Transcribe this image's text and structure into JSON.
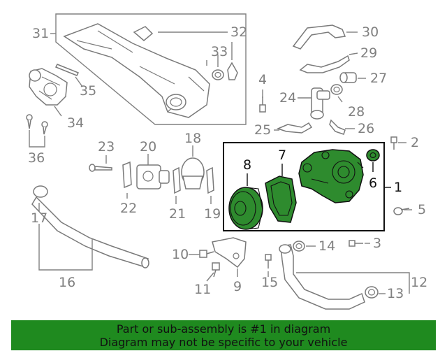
{
  "callouts": {
    "c1": "1",
    "c2": "2",
    "c3": "3",
    "c5": "5",
    "c6": "6",
    "c7": "7",
    "c8": "8",
    "c9": "9",
    "c10": "10",
    "c11": "11",
    "c12": "12",
    "c13": "13",
    "c14": "14",
    "c15": "15",
    "c16": "16",
    "c17": "17",
    "c18": "18",
    "c19": "19",
    "c20": "20",
    "c21": "21",
    "c22": "22",
    "c23": "23",
    "c24": "24",
    "c25": "25",
    "c26": "26",
    "c27": "27",
    "c28": "28",
    "c29": "29",
    "c30": "30",
    "c31": "31",
    "c32": "32",
    "c33": "33",
    "c34": "34",
    "c35": "35",
    "c36": "36",
    "c4": "4"
  },
  "banner": {
    "line1": "Part or sub-assembly is #1 in diagram",
    "line2": "Diagram may not be specific to your vehicle"
  },
  "colors": {
    "highlight": "#2e8b2e",
    "banner": "#1f8a1f",
    "line": "#808080"
  }
}
